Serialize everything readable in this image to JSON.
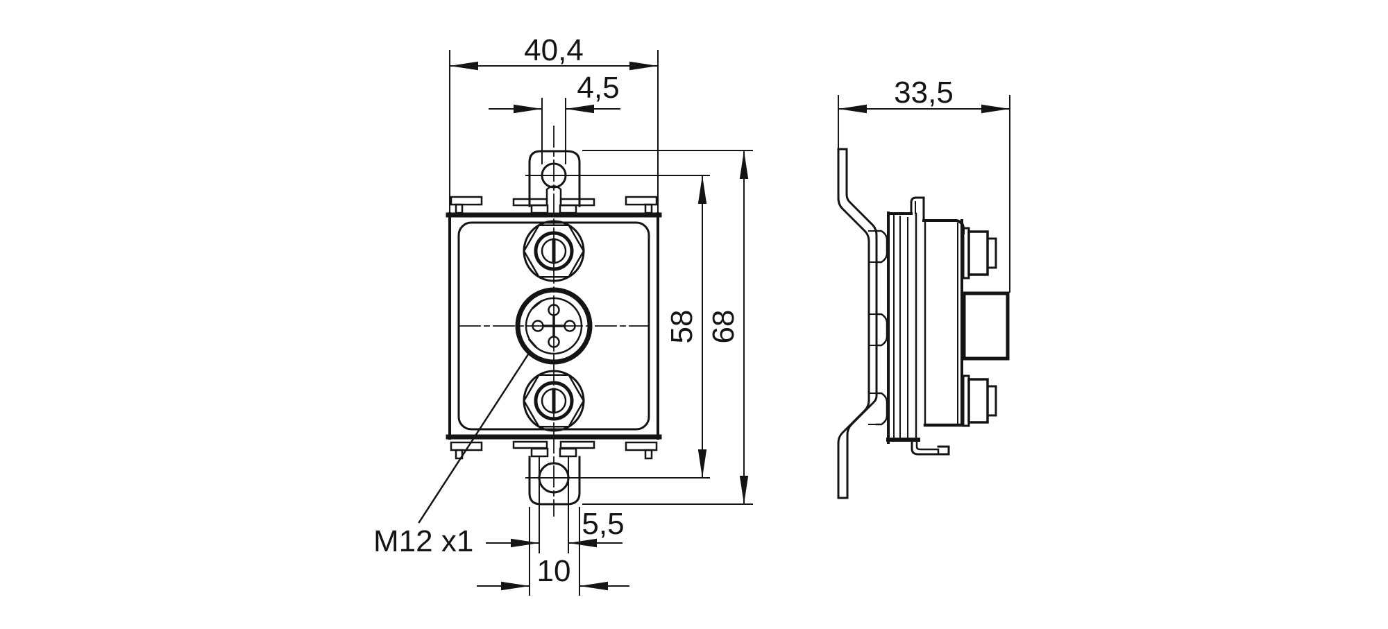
{
  "drawing_type": "technical-dimension-drawing",
  "colors": {
    "line_color": "#141414",
    "background": "#ffffff"
  },
  "front_view": {
    "width_mm": "40,4",
    "top_slot_width_mm": "4,5",
    "hole_center_distance_mm": "58",
    "overall_height_mm": "68",
    "bottom_hole_width_mm": "5,5",
    "bottom_tab_width_mm": "10",
    "connector_thread": "M12 x1"
  },
  "side_view": {
    "depth_mm": "33,5"
  }
}
